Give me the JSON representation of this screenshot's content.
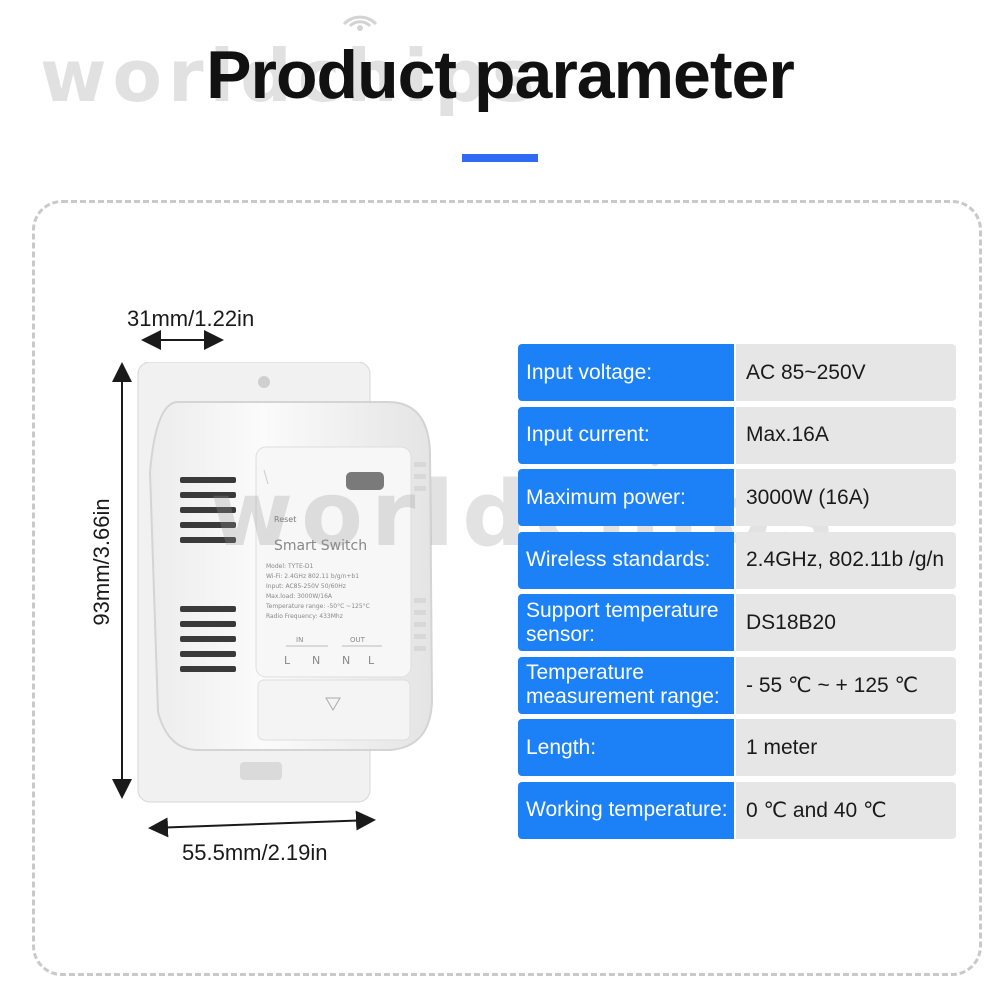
{
  "page": {
    "title": "Product parameter"
  },
  "colors": {
    "accent": "#2f6bf2",
    "label_bg": "#1c80f7",
    "value_bg": "#e6e6e6",
    "panel_border": "#c9c9c9"
  },
  "watermark": {
    "text": "worldchips"
  },
  "dimensions": {
    "depth": "31mm/1.22in",
    "height": "93mm/3.66in",
    "width": "55.5mm/2.19in"
  },
  "device": {
    "name": "Smart Switch",
    "reset_label": "Reset",
    "model_line": "Model:  TYTE-D1",
    "wifi_line": "Wi-Fi:  2.4GHz  802.11 b/g/n+b1",
    "input_line": "Input: AC85-250V 50/60Hz",
    "maxload_line": "Max.load: 3000W/16A",
    "temp_line": "Temperature range: -50°C ~125°C",
    "radio_line": "Radio Frequency: 433Mhz",
    "in_label": "IN",
    "out_label": "OUT",
    "in_terminals": [
      "L",
      "N"
    ],
    "out_terminals": [
      "N",
      "L"
    ]
  },
  "specs": [
    {
      "label": "Input voltage:",
      "value": "AC 85~250V"
    },
    {
      "label": "Input current:",
      "value": "Max.16A"
    },
    {
      "label": "Maximum power:",
      "value": "3000W (16A)"
    },
    {
      "label": "Wireless standards:",
      "value": "2.4GHz, 802.11b /g/n"
    },
    {
      "label": "Support temperature sensor:",
      "value": "DS18B20"
    },
    {
      "label": "Temperature measurement range:",
      "value": "- 55 ℃ ~ + 125 ℃"
    },
    {
      "label": "Length:",
      "value": "1 meter"
    },
    {
      "label": "Working temperature:",
      "value": "0 ℃ and 40 ℃"
    }
  ]
}
